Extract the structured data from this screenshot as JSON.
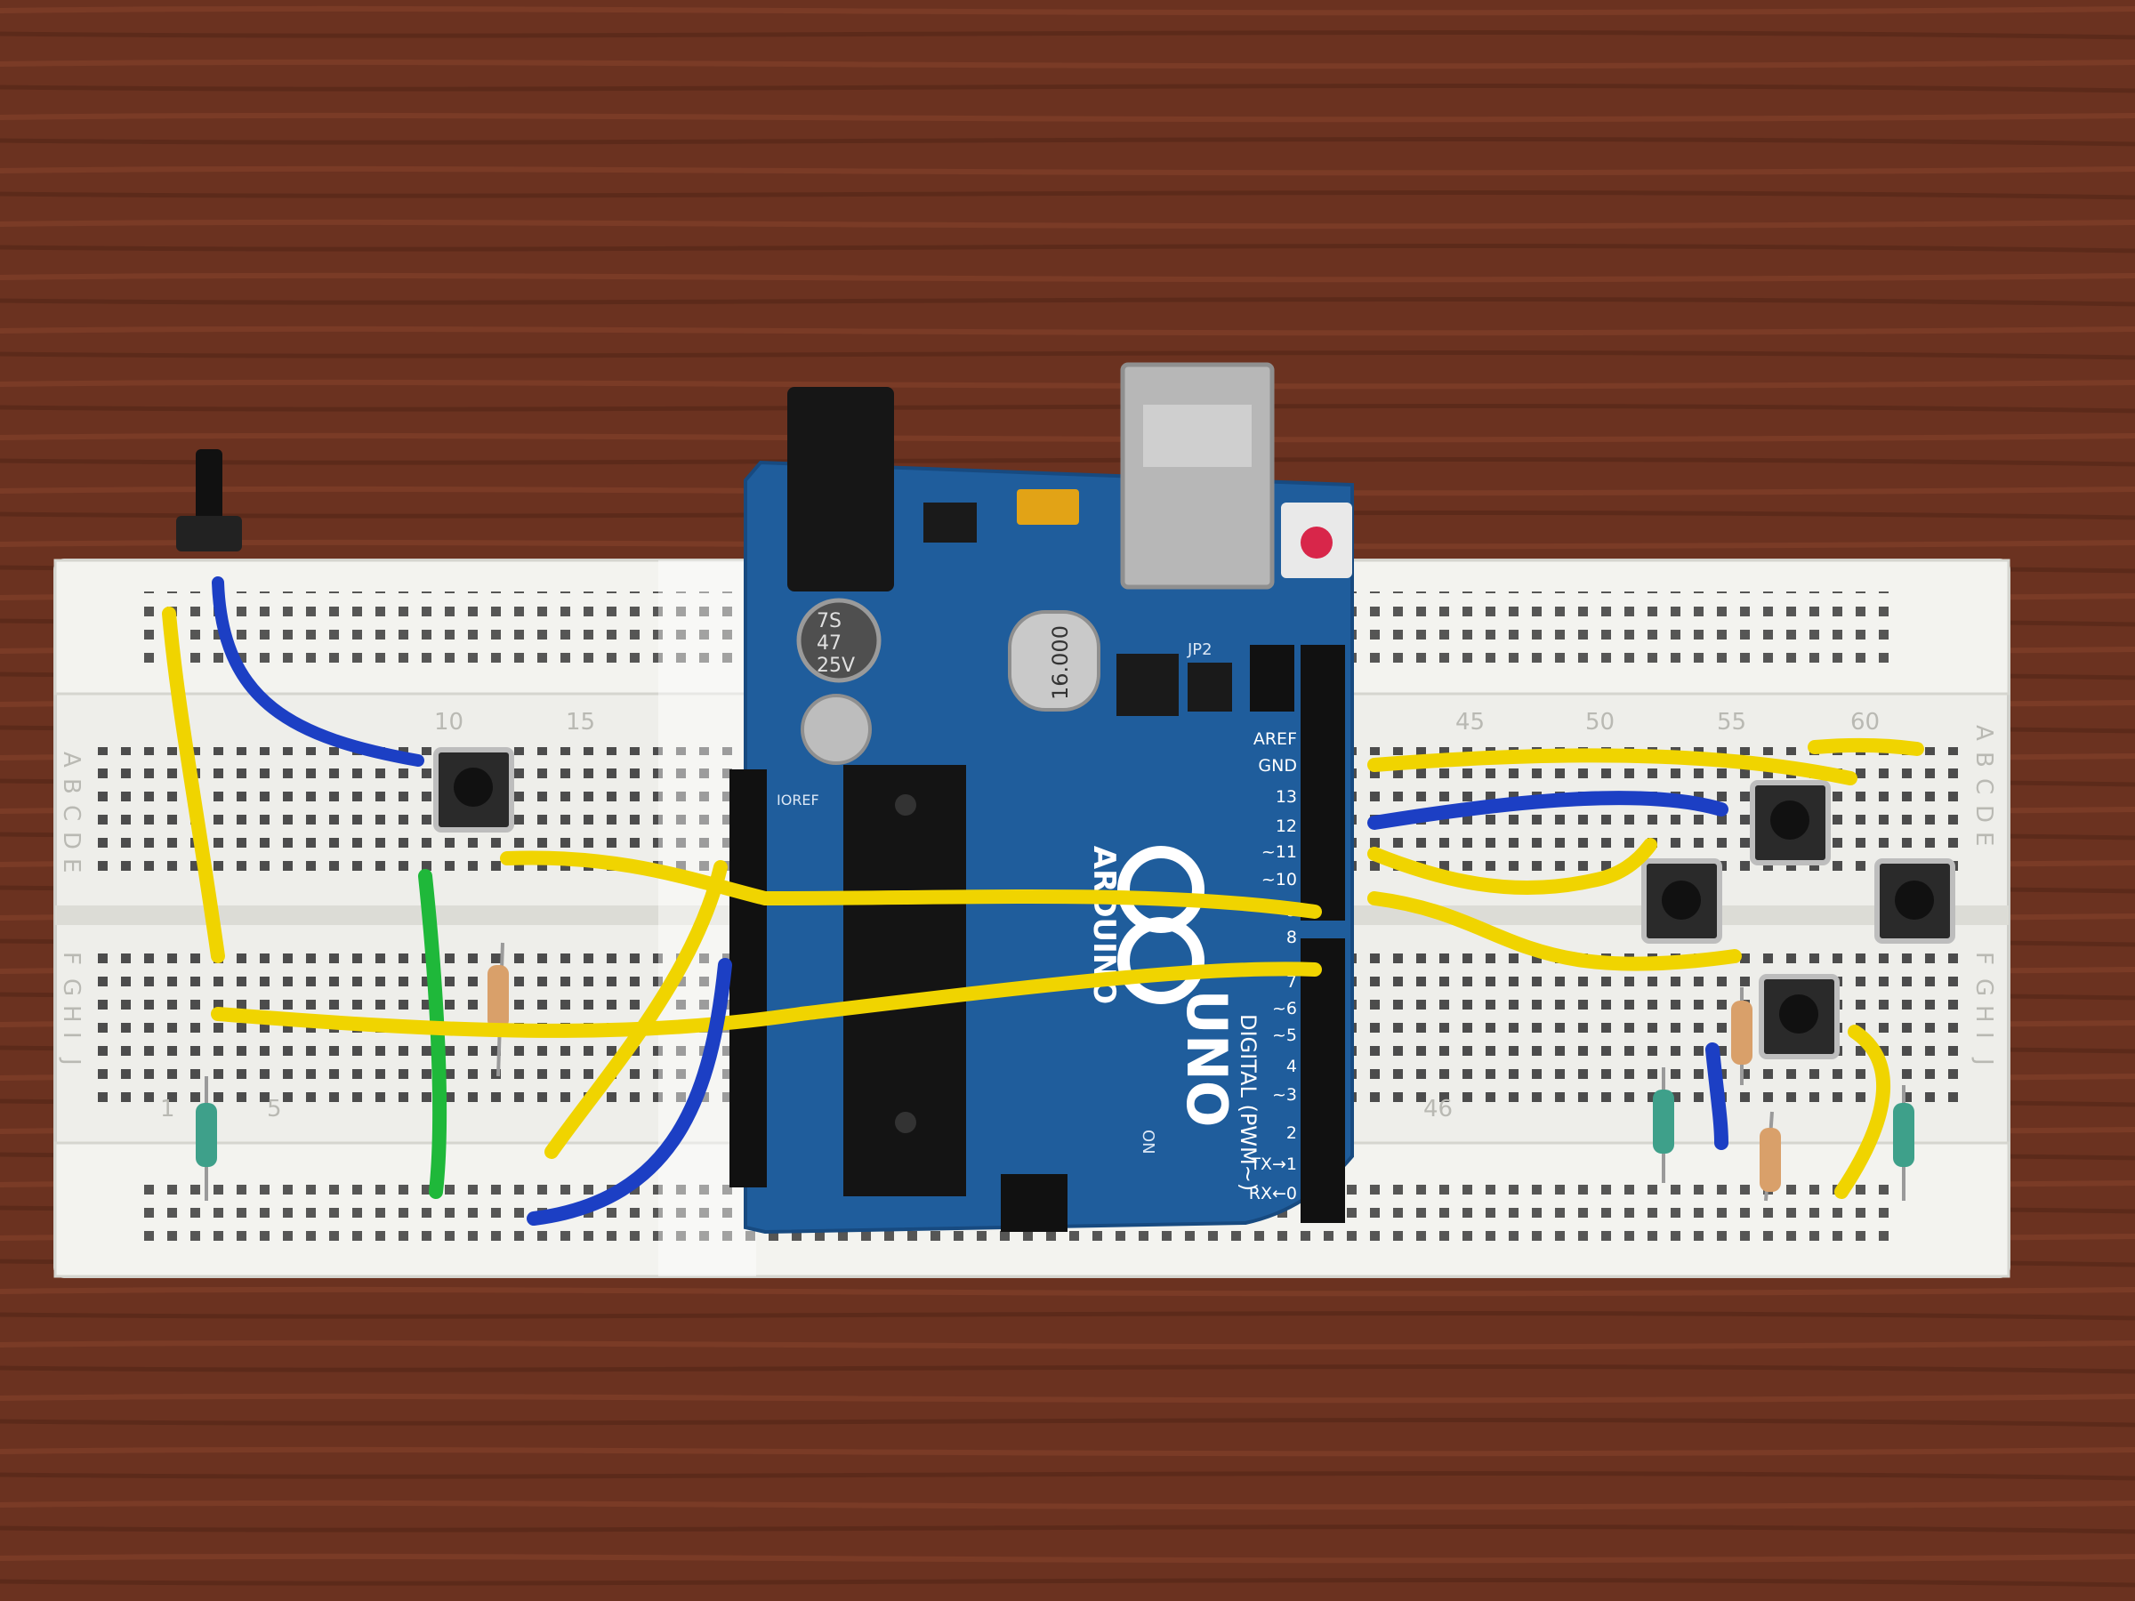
{
  "breadboard": {
    "column_numbers": [
      "1",
      "5",
      "10",
      "15",
      "45",
      "50",
      "55",
      "60",
      "46"
    ],
    "row_letters_left_top": [
      "A",
      "B",
      "C",
      "D",
      "E"
    ],
    "row_letters_left_bottom": [
      "F",
      "G",
      "H",
      "I",
      "J"
    ],
    "row_letters_right_top": [
      "A",
      "B",
      "C",
      "D",
      "E"
    ],
    "row_letters_right_bottom": [
      "F",
      "G",
      "H",
      "I",
      "J"
    ]
  },
  "arduino": {
    "logo_text": "ARDUINO",
    "model_text": "UNO",
    "crystal_text": "16.000",
    "capacitor_text": [
      "7S",
      "47",
      "25V"
    ],
    "jumper_text": "JP2",
    "ioref_text": "IOREF",
    "on_text": "ON",
    "header_labels": [
      "AREF",
      "GND",
      "13",
      "12",
      "~11",
      "~10",
      "~9",
      "8",
      "7",
      "~6",
      "~5",
      "4",
      "~3",
      "2",
      "TX→1",
      "RX←0"
    ],
    "digital_label": "DIGITAL (PWM~)"
  },
  "colors": {
    "table": "#6b3220",
    "breadboard": "#eeeeea",
    "board": "#1f5d9c",
    "wire_yellow": "#f0d400",
    "wire_blue": "#1c3fc4",
    "wire_green": "#1fb83a"
  }
}
